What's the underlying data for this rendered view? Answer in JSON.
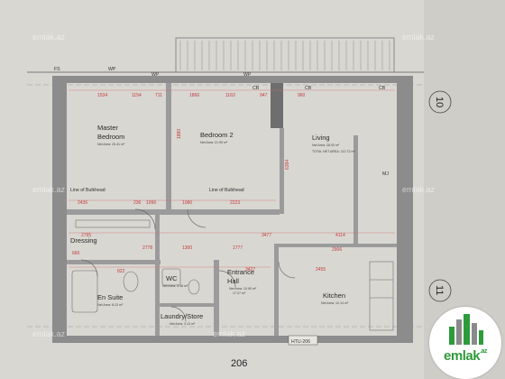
{
  "rooms": {
    "master_bedroom": {
      "line1": "Master",
      "line2": "Bedroom",
      "area": "Net Area: 25.41 m²"
    },
    "bedroom2": {
      "name": "Bedroom 2",
      "area": "Net Area: 21.99 m²"
    },
    "living": {
      "name": "Living",
      "area": "Net Area: 28.00 m²",
      "total": "TOTAL NET AREA: 112.72 m²"
    },
    "dressing": {
      "name": "Dressing"
    },
    "wc": {
      "name": "WC",
      "area": "Net Area: 3.48 m²"
    },
    "entrance": {
      "line1": "Entrance",
      "line2": "Hall",
      "area": "Net Area: 10.90 m²",
      "area2": "17.27 m²"
    },
    "en_suite": {
      "name": "En Suite",
      "area": "Net Area: 8.13 m²"
    },
    "laundry": {
      "name": "Laundry/Store",
      "area": "Net Area: 3.13 m²"
    },
    "kitchen": {
      "name": "Kitchen",
      "area": "Net Area: 12.14 m²"
    }
  },
  "labels": {
    "fs": "FS",
    "wp_a": "WP",
    "wp_b": "WP",
    "wp_c": "WP",
    "cb_a": "CB",
    "cb_b": "CB",
    "cb_c": "CB",
    "mj": "MJ",
    "line_of_bulkhead_a": "Line of Bulkhead",
    "line_of_bulkhead_b": "Line of Bulkhead",
    "htu": "HTU-206",
    "unit": "206",
    "axis_top": "10",
    "axis_bottom": "11"
  },
  "dims": {
    "d1534": "1534",
    "d1154": "1154",
    "d711": "711",
    "d1866": "1866",
    "d1163": "1163",
    "d947": "947",
    "d960": "960",
    "d2436": "2436",
    "d236": "236",
    "d1096": "1096",
    "d1080": "1080",
    "d2223": "2223",
    "d3477": "3477",
    "d4114": "4114",
    "d2906": "2906",
    "d2795": "2795",
    "d2778": "2778",
    "d660": "660",
    "d1777": "1777",
    "d1300": "1300",
    "d822": "822",
    "d3427": "3427",
    "d2455": "2455",
    "d6384": "6384",
    "d1880": "1880"
  },
  "watermark": {
    "text": "emlak.az"
  },
  "logo": {
    "brand": "emlak",
    "tld": ".az"
  }
}
